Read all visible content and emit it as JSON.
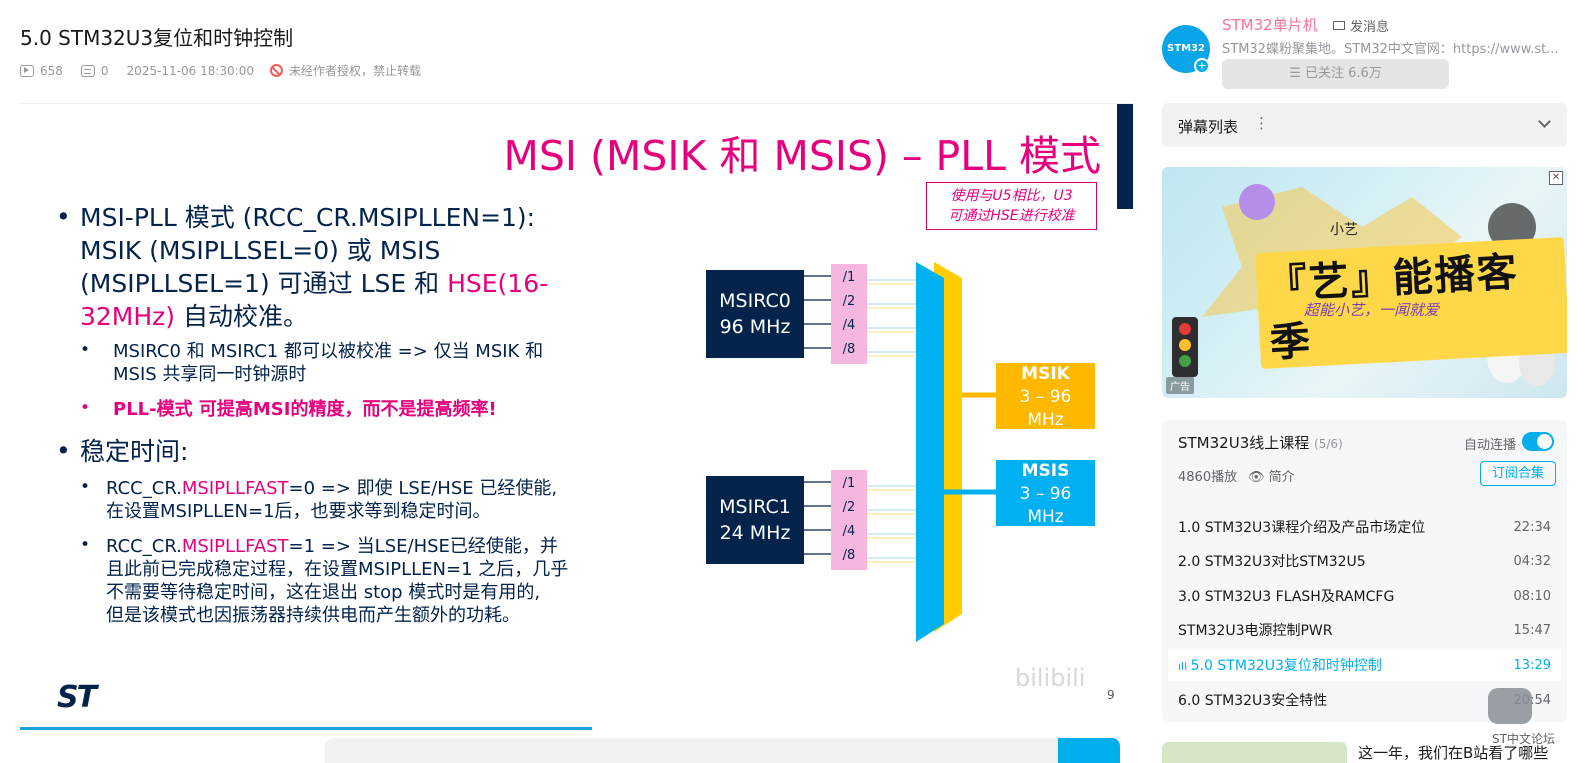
{
  "video": {
    "title": "5.0 STM32U3复位和时钟控制",
    "views": "658",
    "danmaku_count": "0",
    "date": "2025-11-06 18:30:00",
    "copyright": "未经作者授权，禁止转载"
  },
  "slide": {
    "title": "MSI (MSIK 和 MSIS) – PLL 模式",
    "note_line1": "使用与U5相比，U3",
    "note_line2": "可通过HSE进行校准",
    "bullet1_l1": "MSI-PLL 模式 (RCC_CR.MSIPLLEN=1):",
    "bullet1_l2": "MSIK (MSIPLLSEL=0) 或 MSIS",
    "bullet1_l3a": "(MSIPLLSEL=1) 可通过 LSE 和 ",
    "bullet1_l3b": "HSE(16-",
    "bullet1_l4a": "32MHz)",
    "bullet1_l4b": " 自动校准。",
    "sub1_l1": "MSIRC0 和 MSIRC1 都可以被校准 => 仅当 MSIK 和",
    "sub1_l2": "MSIS 共享同一时钟源时",
    "sub2": "PLL-模式 可提高MSI的精度，而不是提高频率!",
    "bullet2": "稳定时间:",
    "sub3_a": "RCC_CR.",
    "sub3_b": "MSIPLLFAST",
    "sub3_c": "=0 => 即使 LSE/HSE 已经使能,",
    "sub3_l2": "在设置MSIPLLEN=1后，也要求等到稳定时间。",
    "sub4_a": "RCC_CR.",
    "sub4_b": "MSIPLLFAST",
    "sub4_c": "=1 => 当LSE/HSE已经使能，并",
    "sub4_l2": "且此前已完成稳定过程，在设置MSIPLLEN=1 之后，几乎",
    "sub4_l3": "不需要等待稳定时间，这在退出 stop 模式时是有用的,",
    "sub4_l4": "但是该模式也因振荡器持续供电而产生额外的功耗。",
    "diagram": {
      "msirc0_l1": "MSIRC0",
      "msirc0_l2": "96 MHz",
      "msirc1_l1": "MSIRC1",
      "msirc1_l2": "24 MHz",
      "dividers": [
        "/1",
        "/2",
        "/4",
        "/8"
      ],
      "msik_l1": "MSIK",
      "msik_l2": "3 – 96",
      "msik_l3": "MHz",
      "msis_l1": "MSIS",
      "msis_l2": "3 – 96",
      "msis_l3": "MHz",
      "msik_color": "#ffb800",
      "msis_color": "#00b0f0"
    },
    "logo": "ST",
    "page_number": "9",
    "watermark": "bilibili"
  },
  "uploader": {
    "avatar_text": "STM32",
    "name": "STM32单片机",
    "message": "发消息",
    "desc": "STM32蝶粉聚集地。STM32中文官网：https://www.st...",
    "follow": "☰ 已关注 6.6万"
  },
  "danmaku_panel": {
    "label": "弹幕列表",
    "more": "⋮"
  },
  "ad": {
    "brand": "小艺",
    "title": "『艺』能播客季",
    "subtitle": "超能小艺，一闻就爱",
    "tag": "广告",
    "close": "✕"
  },
  "playlist": {
    "title": "STM32U3线上课程",
    "count": "(5/6)",
    "autoplay": "自动连播",
    "plays": "4860播放",
    "intro": "简介",
    "subscribe": "订阅合集",
    "items": [
      {
        "title": "1.0 STM32U3课程介绍及产品市场定位",
        "duration": "22:34"
      },
      {
        "title": "2.0 STM32U3对比STM32U5",
        "duration": "04:32"
      },
      {
        "title": "3.0 STM32U3 FLASH及RAMCFG",
        "duration": "08:10"
      },
      {
        "title": "STM32U3电源控制PWR",
        "duration": "15:47"
      },
      {
        "title": "5.0 STM32U3复位和时钟控制",
        "duration": "13:29"
      },
      {
        "title": "6.0 STM32U3安全特性",
        "duration": "20:54"
      }
    ]
  },
  "forum": "ST中文论坛",
  "next_rec": "这一年，我们在B站看了哪些",
  "colors": {
    "accent": "#00aeec",
    "pink": "#fb7299",
    "st_magenta": "#e6007e",
    "st_navy": "#03234b"
  }
}
